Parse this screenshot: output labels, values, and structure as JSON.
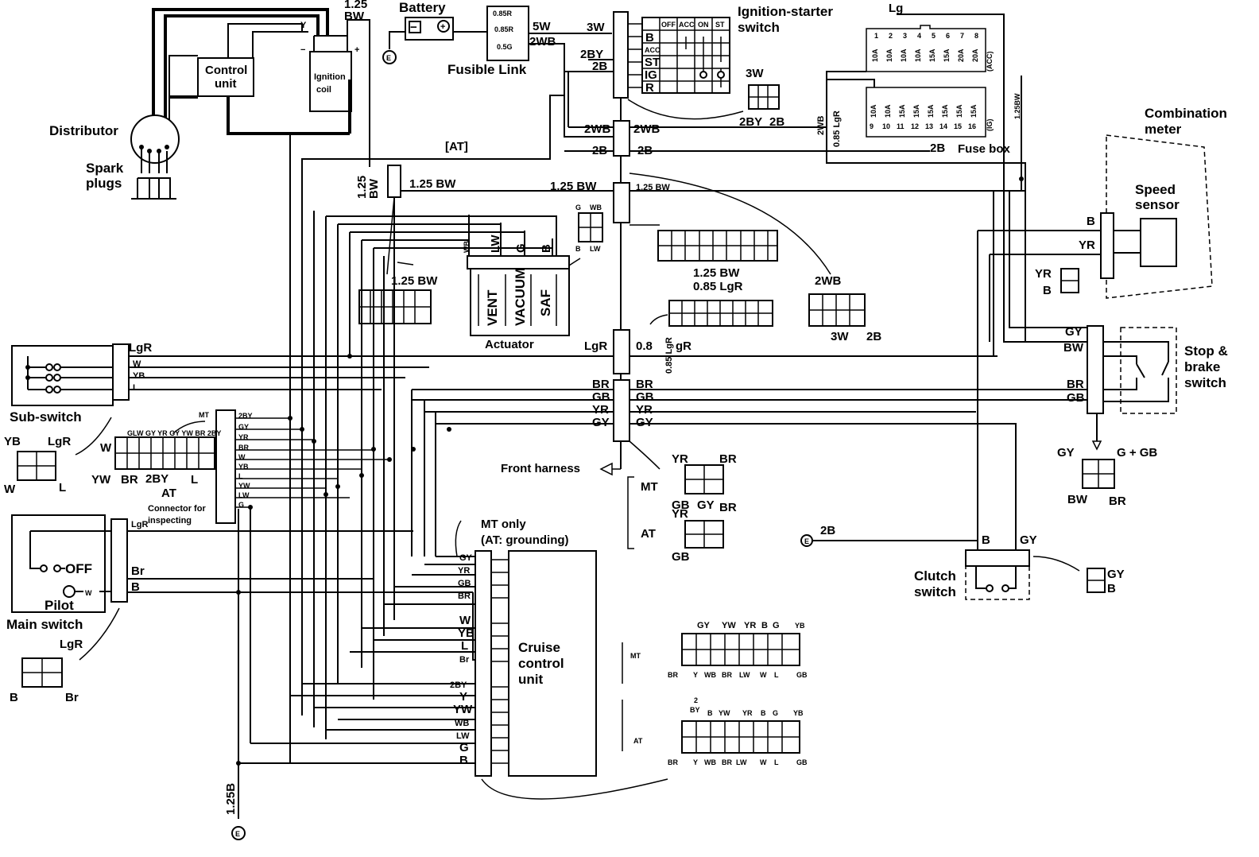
{
  "components": {
    "battery": "Battery",
    "fusible_link": "Fusible Link",
    "fusible_link_values": [
      "0.85R",
      "0.85R",
      "0.5G"
    ],
    "ignition_starter_switch": [
      "Ignition-starter",
      "switch"
    ],
    "ignition_switch_columns": [
      "OFF",
      "ACC",
      "ON",
      "ST"
    ],
    "ignition_switch_rows": [
      "B",
      "ACC",
      "ST",
      "IG",
      "R"
    ],
    "fuse_box": "Fuse box",
    "fuse_top_numbers": [
      "1",
      "2",
      "3",
      "4",
      "5",
      "6",
      "7",
      "8"
    ],
    "fuse_top_ratings": [
      "10A",
      "10A",
      "10A",
      "10A",
      "15A",
      "15A",
      "20A",
      "20A"
    ],
    "fuse_top_tag": "(ACC)",
    "fuse_bottom_numbers": [
      "9",
      "10",
      "11",
      "12",
      "13",
      "14",
      "15",
      "16"
    ],
    "fuse_bottom_ratings": [
      "10A",
      "10A",
      "15A",
      "15A",
      "15A",
      "15A",
      "15A",
      "15A"
    ],
    "fuse_bottom_tag": "(IG)",
    "control_unit": [
      "Control",
      "unit"
    ],
    "ignition_coil": [
      "Ignition",
      "coil"
    ],
    "distributor": "Distributor",
    "spark_plugs": [
      "Spark",
      "plugs"
    ],
    "combination_meter": [
      "Combination",
      "meter"
    ],
    "speed_sensor": [
      "Speed",
      "sensor"
    ],
    "stop_brake_switch": [
      "Stop &",
      "brake",
      "switch"
    ],
    "sub_switch": "Sub-switch",
    "actuator": "Actuator",
    "actuator_parts": [
      "VENT",
      "VACUUM",
      "SAF"
    ],
    "front_harness": "Front harness",
    "connector_for_inspecting": [
      "Connector for",
      "inspecting"
    ],
    "mt_only": [
      "MT only",
      "(AT: grounding)"
    ],
    "cruise_control_unit": [
      "Cruise",
      "control",
      "unit"
    ],
    "main_switch": "Main switch",
    "pilot": "Pilot",
    "off": "OFF",
    "clutch_switch": [
      "Clutch",
      "switch"
    ]
  },
  "wire_labels": {
    "bw125": "1.25 BW",
    "bw125_stack": [
      "1.25",
      "BW"
    ],
    "w5": "5W",
    "wb2": "2WB",
    "w3": "3W",
    "by2": "2BY",
    "b2": "2B",
    "lg": "Lg",
    "lgr085": "0.85 LgR",
    "sbw125": "1.25BW",
    "at_tag": "[AT]",
    "lgr": "LgR",
    "gr_frag": "0.8",
    "gr_frag2": "gR",
    "br": "BR",
    "gb": "GB",
    "yr": "YR",
    "gy": "GY",
    "bw": "BW",
    "b": "B",
    "w": "W",
    "yb": "YB",
    "l": "L",
    "y": "Y",
    "lw": "LW",
    "g": "G",
    "wb": "WB",
    "yw": "YW",
    "br_lower": "Br",
    "b125": "1.25B",
    "mt": "MT",
    "at": "AT",
    "g_plus_gb": "G + GB",
    "e": "E",
    "plus": "+",
    "minus": "−",
    "yr_b": "YR",
    "ccu_pins": [
      "GY",
      "YR",
      "GB",
      "BR",
      "W",
      "YB",
      "L",
      "Br",
      "2BY",
      "Y",
      "YW",
      "WB",
      "LW",
      "G",
      "B"
    ],
    "insp_pins": [
      "2BY",
      "GY",
      "YR",
      "BR",
      "W",
      "YB",
      "L",
      "YW",
      "LW",
      "G"
    ],
    "insp_top": "GLW GY YR GY YW BR 2BY",
    "mt_conn_top": [
      "GY",
      "YW",
      "YR",
      "B",
      "G",
      "YB"
    ],
    "mt_conn_bot": [
      "BR",
      "Y",
      "WB",
      "BR",
      "LW",
      "W",
      "L",
      "GB"
    ],
    "at_conn_top": [
      "2",
      "BY",
      "B",
      "YW",
      "YR",
      "B",
      "G",
      "YB"
    ],
    "at_conn_bot": [
      "BR",
      "Y",
      "WB",
      "BR",
      "LW",
      "W",
      "L",
      "GB"
    ]
  }
}
